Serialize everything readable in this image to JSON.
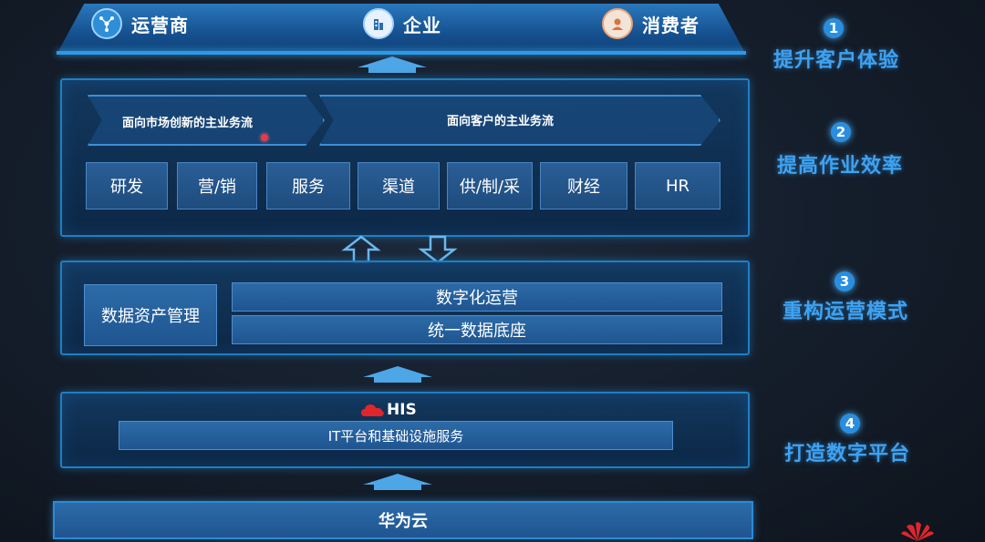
{
  "stakeholders": {
    "operator": "运营商",
    "enterprise": "企业",
    "consumer": "消费者"
  },
  "business_flows": {
    "market_innovation": "面向市场创新的主业务流",
    "customer": "面向客户的主业务流"
  },
  "departments": [
    "研发",
    "营/销",
    "服务",
    "渠道",
    "供/制/采",
    "财经",
    "HR"
  ],
  "data_layer": {
    "asset_management": "数据资产管理",
    "digital_operations": "数字化运营",
    "unified_data_base": "统一数据底座"
  },
  "platform_layer": {
    "his_logo": "HIS",
    "it_services": "IT平台和基础设施服务"
  },
  "cloud_layer": {
    "label": "华为云"
  },
  "steps": [
    {
      "num": "1",
      "label": "提升客户体验"
    },
    {
      "num": "2",
      "label": "提高作业效率"
    },
    {
      "num": "3",
      "label": "重构运营模式"
    },
    {
      "num": "4",
      "label": "打造数字平台"
    }
  ],
  "colors": {
    "accent": "#2c9ae8",
    "step_text": "#3ea2f2",
    "panel_border": "#1e7fc4",
    "his_red": "#e0262b"
  }
}
